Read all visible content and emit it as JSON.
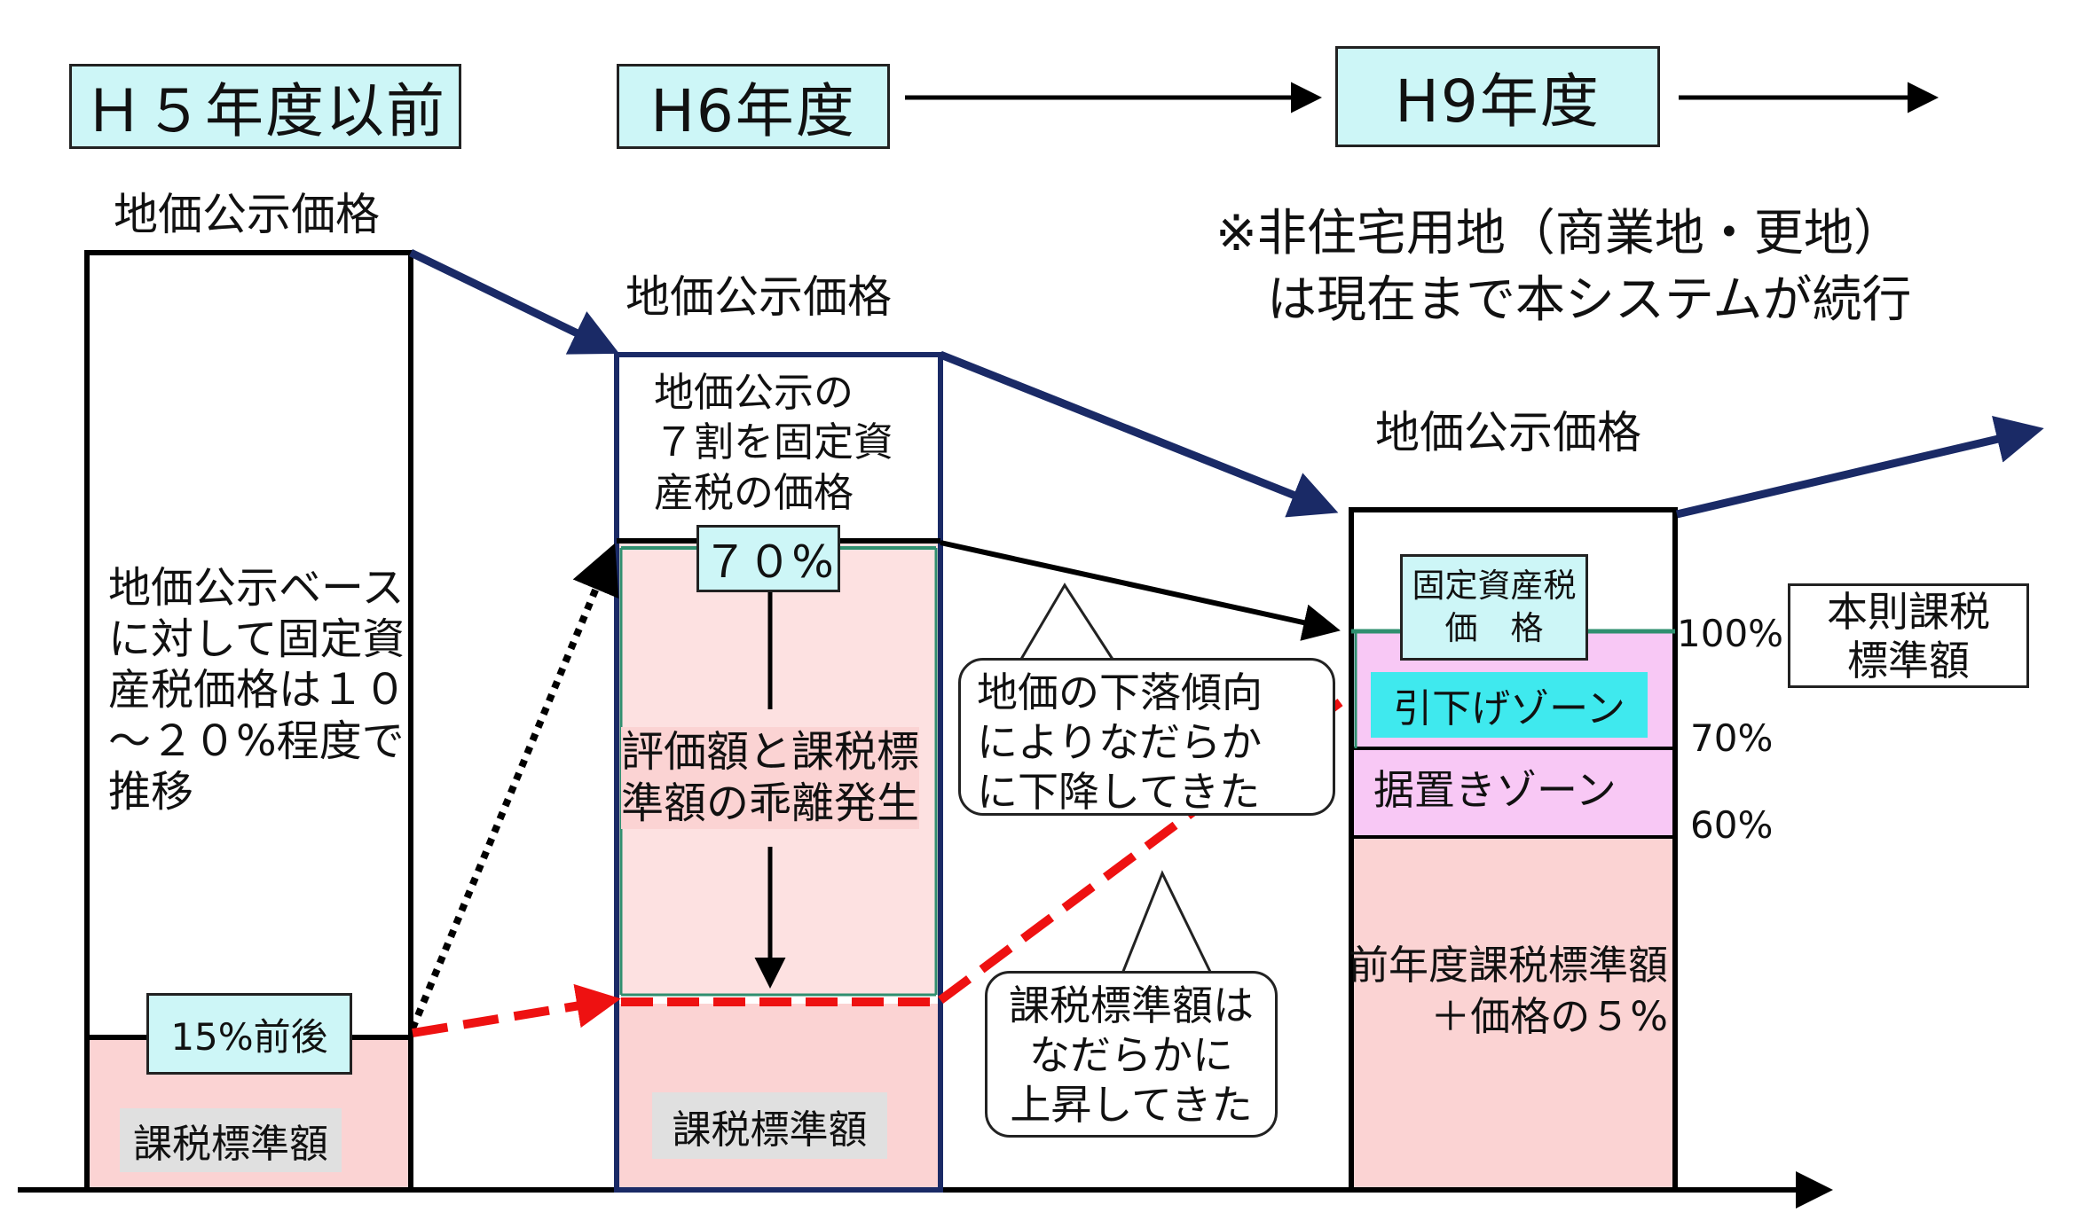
{
  "eras": {
    "h5": "Ｈ５年度以前",
    "h6": "H6年度",
    "h9": "H9年度"
  },
  "note": {
    "line1": "※非住宅用地（商業地・更地）",
    "line2": "は現在まで本システムが続行"
  },
  "column1": {
    "price_label": "地価公示価格",
    "description": "地価公示ベース\nに対して固定資\n産税価格は１０\n～２０%程度で\n推移",
    "badge": "15%前後",
    "tax_label": "課税標準額"
  },
  "column2": {
    "price_label": "地価公示価格",
    "description": "地価公示の\n７割を固定資\n産税の価格",
    "badge": "７０%",
    "gap_label": "評価額と課税標\n準額の乖離発生",
    "tax_label": "課税標準額"
  },
  "column3": {
    "price_label": "地価公示価格",
    "fixed_tax_label": "固定資産税\n価　格",
    "reduction_zone": "引下げゾーン",
    "hold_zone": "据置きゾーン",
    "base_label": "前年度課税標準額\n＋価格の５%",
    "pct_100": "100%",
    "pct_70": "70%",
    "pct_60": "60%",
    "principal": "本則課税\n標準額"
  },
  "bubbles": {
    "decline": "地価の下落傾向\nによりなだらか\nに下降してきた",
    "rise": "課税標準額は\nなだらかに\n上昇してきた"
  },
  "colors": {
    "cyan_fill": "#cdf6f7",
    "pink_fill": "#fbd3d3",
    "violet_fill": "#f8c8f5",
    "aqua_fill": "#3fe9ee",
    "navy": "#1a2a66",
    "red": "#ee1111",
    "teal_line": "#2f8f6f"
  }
}
